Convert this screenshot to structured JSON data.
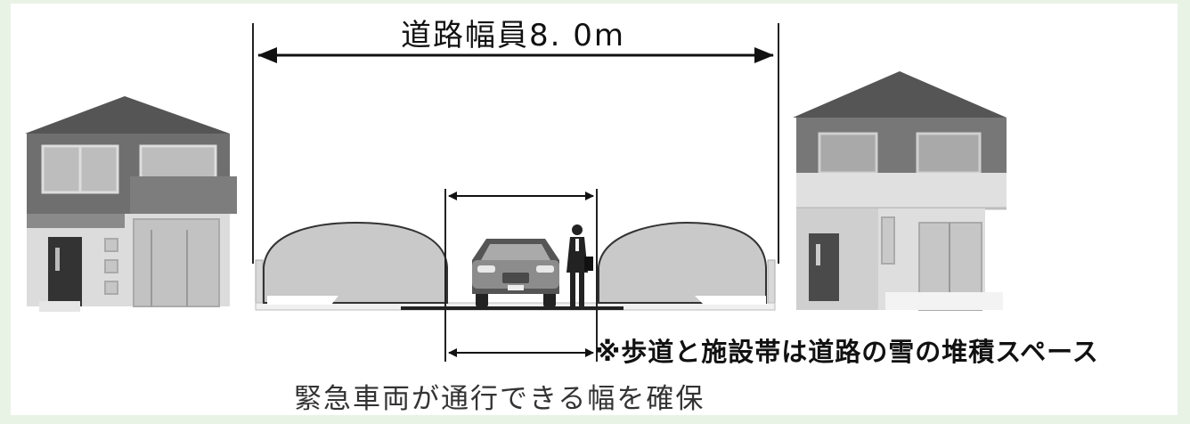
{
  "labels": {
    "road_width": "道路幅員8. 0m",
    "snow_note": "※歩道と施設帯は道路の雪の堆積スペース",
    "emergency": "緊急車両が通行できる幅を確保"
  },
  "colors": {
    "background": "#e8f3e6",
    "house_dark": "#6f6f6f",
    "house_light": "#d7d7d7",
    "snow": "#c9c9c9",
    "line": "#111111"
  }
}
